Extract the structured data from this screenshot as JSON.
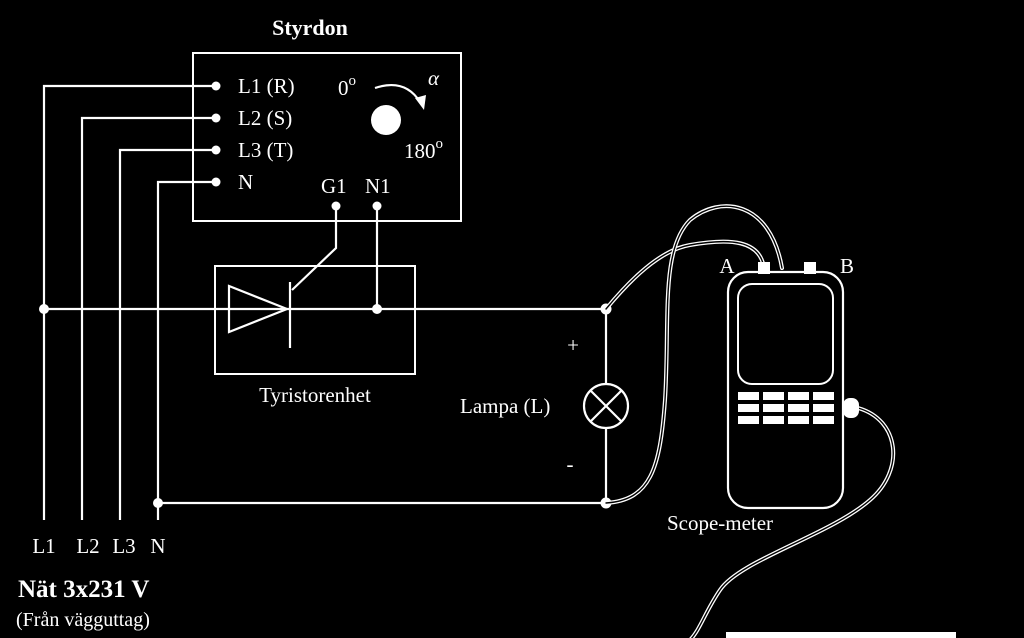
{
  "controller": {
    "title": "Styrdon",
    "inputs": [
      "L1 (R)",
      "L2 (S)",
      "L3 (T)",
      "N"
    ],
    "angle_start": "0",
    "angle_start_sup": "o",
    "angle_symbol": "α",
    "angle_end": "180",
    "angle_end_sup": "o",
    "outputs": [
      "G1",
      "N1"
    ]
  },
  "thyristor": {
    "label": "Tyristorenhet"
  },
  "lamp": {
    "label": "Lampa (L)",
    "plus": "+",
    "minus": "-"
  },
  "scope": {
    "label": "Scope-meter",
    "input_a": "A",
    "input_b": "B"
  },
  "mains": {
    "terminals": [
      "L1",
      "L2",
      "L3",
      "N"
    ],
    "title": "Nät 3x231 V",
    "subtitle": "(Från vägguttag)"
  }
}
